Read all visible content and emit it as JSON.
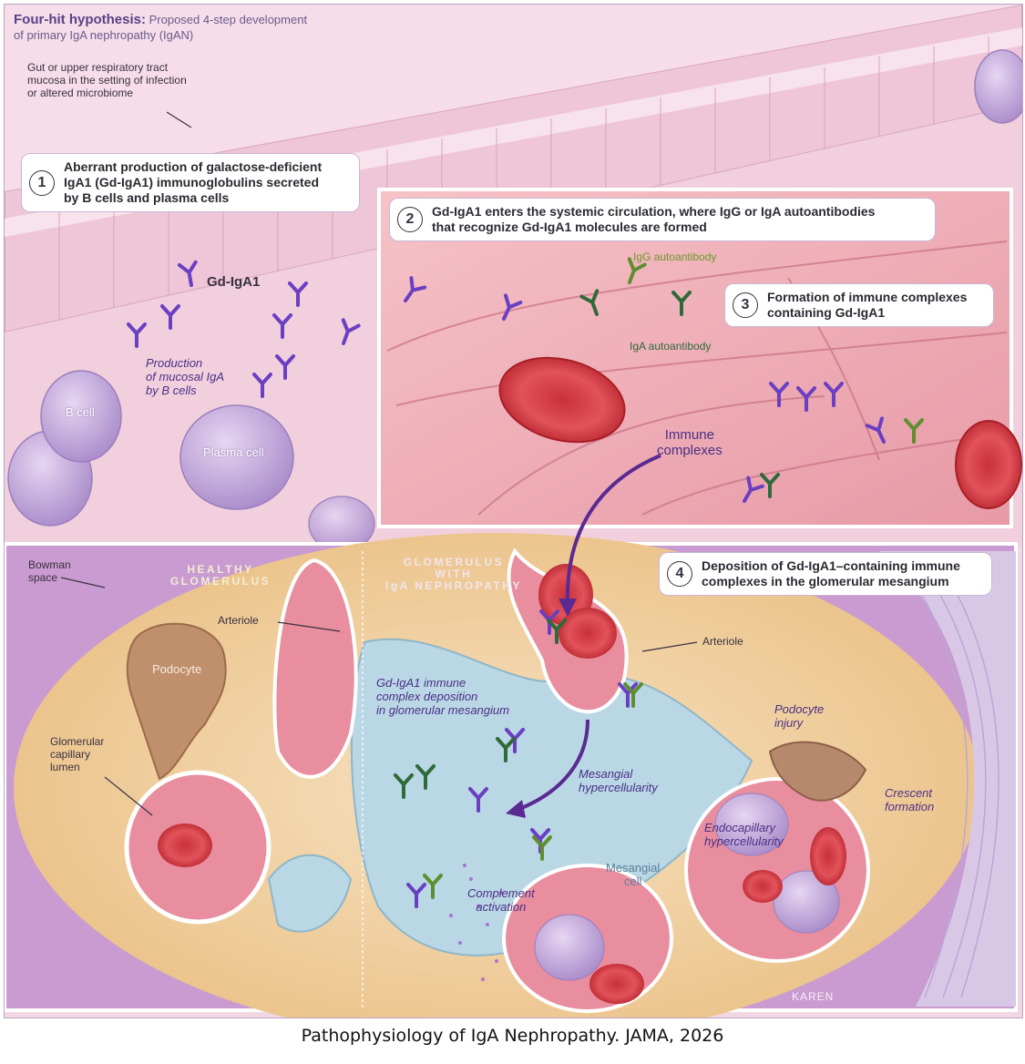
{
  "title": {
    "bold": "Four-hit hypothesis:",
    "rest": " Proposed 4-step development",
    "line2": "of primary IgA nephropathy (IgAN)"
  },
  "labels": {
    "mucosa": [
      "Gut or upper respiratory tract",
      "mucosa in the setting of infection",
      "or altered microbiome"
    ],
    "gd_iga1": "Gd-IgA1",
    "production": [
      "Production",
      "of mucosal IgA",
      "by B cells"
    ],
    "b_cell": "B cell",
    "plasma_cell": "Plasma cell",
    "igg_auto": "IgG autoantibody",
    "iga_auto": "IgA autoantibody",
    "immune_complexes": [
      "Immune",
      "complexes"
    ],
    "bowman": [
      "Bowman",
      "space"
    ],
    "healthy": [
      "HEALTHY",
      "GLOMERULUS"
    ],
    "iga_glom": [
      "GLOMERULUS",
      "WITH",
      "IgA NEPHROPATHY"
    ],
    "arteriole_left": "Arteriole",
    "arteriole_right": "Arteriole",
    "podocyte": "Podocyte",
    "capillary": [
      "Glomerular",
      "capillary",
      "lumen"
    ],
    "deposition": [
      "Gd-IgA1 immune",
      "complex deposition",
      "in glomerular mesangium"
    ],
    "mesangial_hyper": [
      "Mesangial",
      "hypercellularity"
    ],
    "podocyte_injury": [
      "Podocyte",
      "injury"
    ],
    "crescent": [
      "Crescent",
      "formation"
    ],
    "endocapillary": [
      "Endocapillary",
      "hypercellularity"
    ],
    "mesangial_cell": [
      "Mesangial",
      "cell"
    ],
    "complement": [
      "Complement",
      "activation"
    ],
    "signature": "KAREN"
  },
  "steps": [
    {
      "num": "1",
      "lines": [
        "Aberrant production of galactose-deficient",
        "IgA1 (Gd-IgA1) immunoglobulins secreted",
        "by B cells and plasma cells"
      ]
    },
    {
      "num": "2",
      "lines": [
        "Gd-IgA1 enters the systemic circulation, where IgG or IgA autoantibodies",
        "that recognize Gd-IgA1 molecules are formed"
      ]
    },
    {
      "num": "3",
      "lines": [
        "Formation of immune complexes",
        "containing Gd-IgA1"
      ]
    },
    {
      "num": "4",
      "lines": [
        "Deposition of Gd-IgA1–containing immune",
        "complexes in the glomerular mesangium"
      ]
    }
  ],
  "caption": "Pathophysiology of IgA Nephropathy. JAMA, 2026",
  "colors": {
    "iga": "#6a3fc2",
    "iga_light": "#a98be8",
    "igg": "#5f8e2e",
    "iga_auto": "#2f6a3a",
    "rbc": "#d64048",
    "mesangium": "#b8d6e2",
    "bowman": "#f0cc8e",
    "arrow": "#5a2a92"
  },
  "icons": {
    "antibody": "y-shaped-antibody-icon"
  }
}
